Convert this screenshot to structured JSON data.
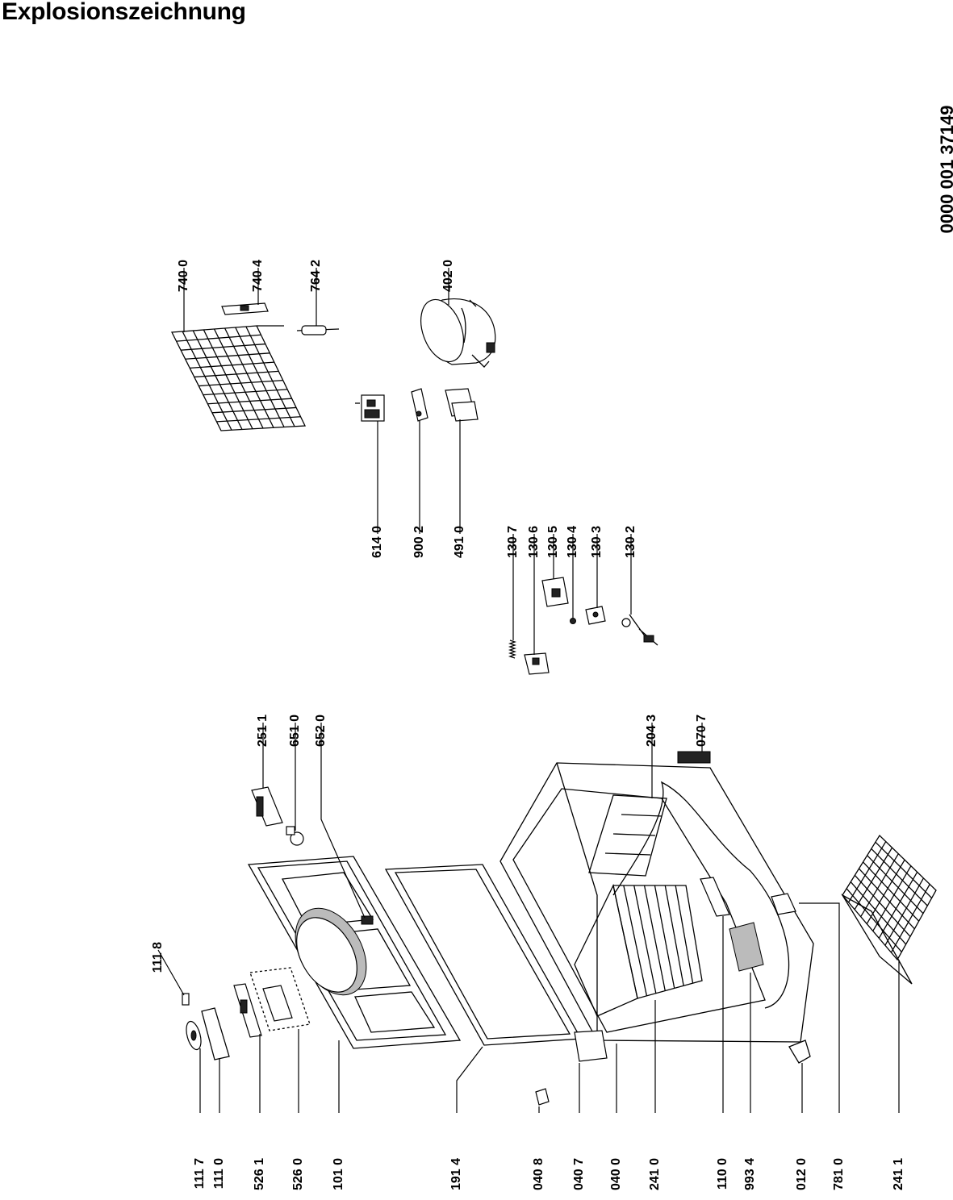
{
  "title": "Explosionszeichnung",
  "doc_number": "0000 001 37149",
  "parts": [
    {
      "id": "p1117",
      "label": "111 7"
    },
    {
      "id": "p1110",
      "label": "111 0"
    },
    {
      "id": "p5261",
      "label": "526 1"
    },
    {
      "id": "p5260",
      "label": "526 0"
    },
    {
      "id": "p1010",
      "label": "101 0"
    },
    {
      "id": "p1914",
      "label": "191 4"
    },
    {
      "id": "p0408",
      "label": "040 8"
    },
    {
      "id": "p0407",
      "label": "040 7"
    },
    {
      "id": "p0400",
      "label": "040 0"
    },
    {
      "id": "p2410",
      "label": "241 0"
    },
    {
      "id": "p1100",
      "label": "110 0"
    },
    {
      "id": "p9934",
      "label": "993 4"
    },
    {
      "id": "p0120",
      "label": "012 0"
    },
    {
      "id": "p7810",
      "label": "781 0"
    },
    {
      "id": "p2411",
      "label": "241 1"
    },
    {
      "id": "p1118",
      "label": "111 8"
    },
    {
      "id": "p2511",
      "label": "251 1"
    },
    {
      "id": "p6510",
      "label": "651 0"
    },
    {
      "id": "p6520",
      "label": "652 0"
    },
    {
      "id": "p2043",
      "label": "204 3"
    },
    {
      "id": "p0707",
      "label": "070 7"
    },
    {
      "id": "p1307",
      "label": "130 7"
    },
    {
      "id": "p1306",
      "label": "130 6"
    },
    {
      "id": "p1305",
      "label": "130 5"
    },
    {
      "id": "p1304",
      "label": "130 4"
    },
    {
      "id": "p1303",
      "label": "130 3"
    },
    {
      "id": "p1302",
      "label": "130 2"
    },
    {
      "id": "p6140",
      "label": "614 0"
    },
    {
      "id": "p9002",
      "label": "900 2"
    },
    {
      "id": "p4910",
      "label": "491 0"
    },
    {
      "id": "p7400",
      "label": "740 0"
    },
    {
      "id": "p7404",
      "label": "740 4"
    },
    {
      "id": "p7642",
      "label": "764 2"
    },
    {
      "id": "p4020",
      "label": "402 0"
    }
  ]
}
